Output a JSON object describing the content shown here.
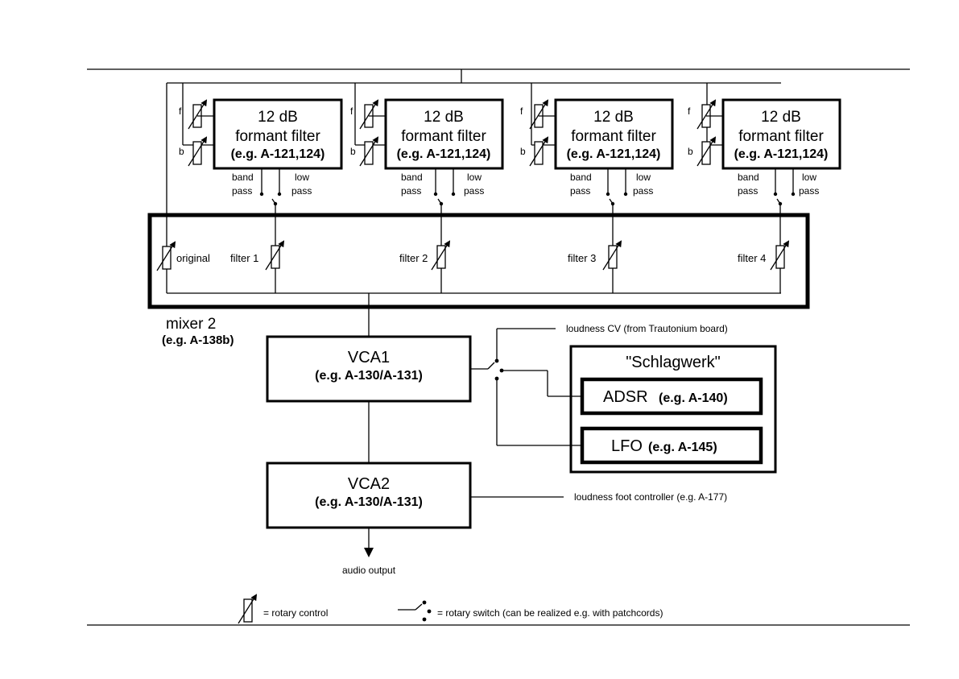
{
  "filters": [
    {
      "title": "12 dB",
      "subtitle": "formant filter",
      "example": "(e.g. A-121,124)",
      "knob_f": "f",
      "knob_b": "b",
      "band_label_1": "band",
      "band_label_2": "pass",
      "low_label_1": "low",
      "low_label_2": "pass"
    },
    {
      "title": "12 dB",
      "subtitle": "formant filter",
      "example": "(e.g. A-121,124)",
      "knob_f": "f",
      "knob_b": "b",
      "band_label_1": "band",
      "band_label_2": "pass",
      "low_label_1": "low",
      "low_label_2": "pass"
    },
    {
      "title": "12 dB",
      "subtitle": "formant filter",
      "example": "(e.g. A-121,124)",
      "knob_f": "f",
      "knob_b": "b",
      "band_label_1": "band",
      "band_label_2": "pass",
      "low_label_1": "low",
      "low_label_2": "pass"
    },
    {
      "title": "12 dB",
      "subtitle": "formant filter",
      "example": "(e.g. A-121,124)",
      "knob_f": "f",
      "knob_b": "b",
      "band_label_1": "band",
      "band_label_2": "pass",
      "low_label_1": "low",
      "low_label_2": "pass"
    }
  ],
  "mixer": {
    "channels": [
      "original",
      "filter 1",
      "filter 2",
      "filter 3",
      "filter 4"
    ],
    "title": "mixer 2",
    "example": "(e.g. A-138b)"
  },
  "vca1": {
    "title": "VCA1",
    "example": "(e.g. A-130/A-131)"
  },
  "vca2": {
    "title": "VCA2",
    "example": "(e.g. A-130/A-131)"
  },
  "schlagwerk": {
    "title": "\"Schlagwerk\"",
    "adsr_name": "ADSR",
    "adsr_example": "(e.g. A-140)",
    "lfo_name": "LFO",
    "lfo_example": "(e.g. A-145)"
  },
  "labels": {
    "loudness_cv": "loudness CV (from Trautonium board)",
    "loudness_foot": "loudness foot controller (e.g. A-177)",
    "audio_output": "audio output"
  },
  "legend": {
    "rotary_control": "= rotary control",
    "rotary_switch": "= rotary switch (can be realized e.g. with patchcords)"
  }
}
